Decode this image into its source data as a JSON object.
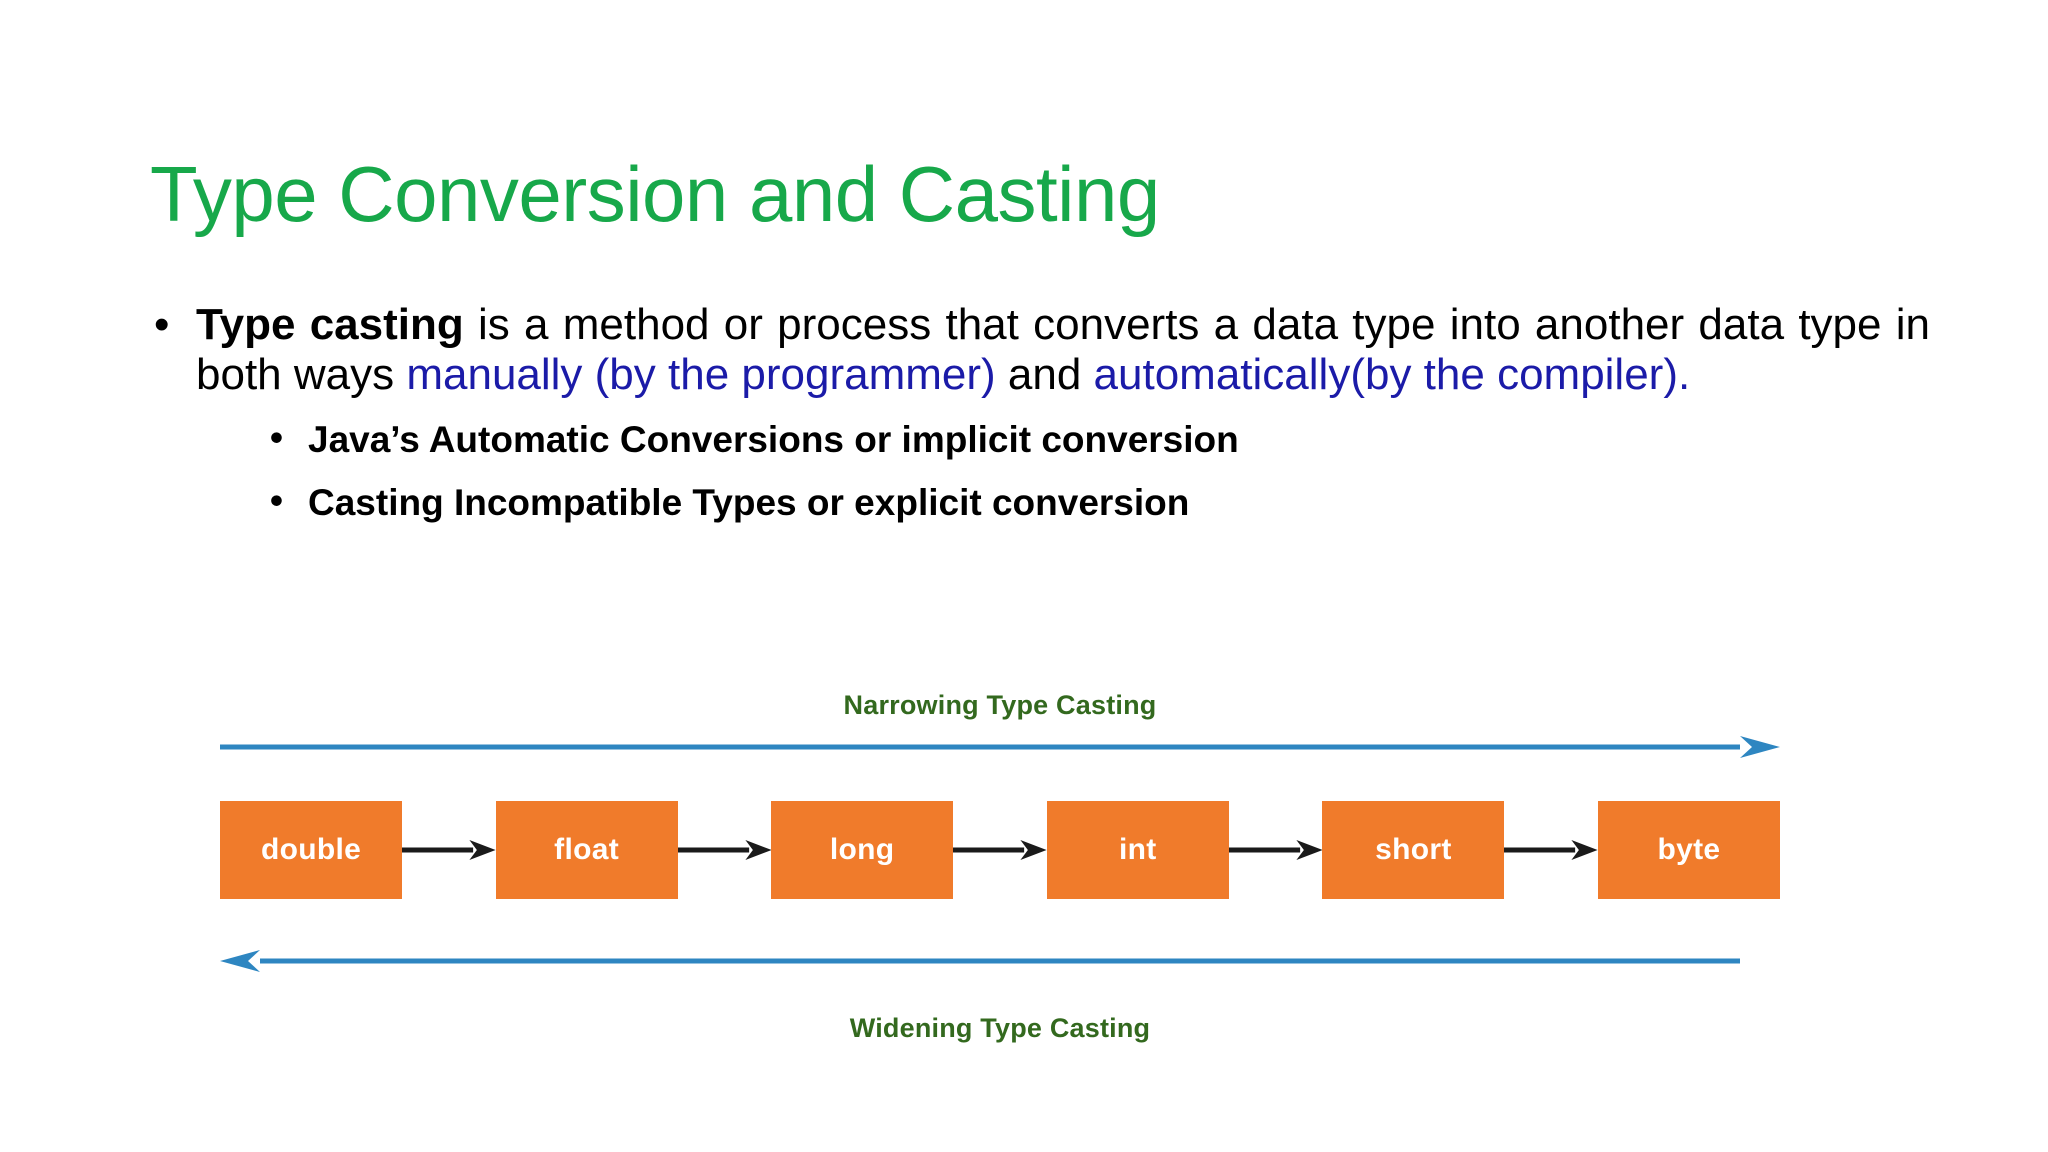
{
  "slide": {
    "title": "Type Conversion and Casting",
    "title_color": "#17A84A",
    "background_color": "#FFFFFF"
  },
  "body": {
    "bullet_marker": "•",
    "main_bullet": {
      "lead_bold": "Type casting",
      "text_part_1": " is a method or process that converts a data type into another data type in both ways ",
      "highlight_1": "manually (by the programmer)",
      "text_part_2": " and ",
      "highlight_2": "automatically(by the compiler).",
      "highlight_color": "#1B1BA8"
    },
    "sub_bullets": [
      {
        "label": "Java’s Automatic Conversions or implicit conversion"
      },
      {
        "label": "Casting Incompatible Types or explicit conversion"
      }
    ]
  },
  "diagram": {
    "narrowing_label": "Narrowing Type Casting",
    "widening_label": "Widening Type Casting",
    "label_color": "#33691E",
    "arrow_line_color": "#2E86C1",
    "box_color": "#F07B2B",
    "box_text_color": "#FFFFFF",
    "connector_color": "#1A1A1A",
    "types": [
      {
        "name": "double"
      },
      {
        "name": "float"
      },
      {
        "name": "long"
      },
      {
        "name": "int"
      },
      {
        "name": "short"
      },
      {
        "name": "byte"
      }
    ],
    "narrowing_direction": "right",
    "widening_direction": "left"
  }
}
